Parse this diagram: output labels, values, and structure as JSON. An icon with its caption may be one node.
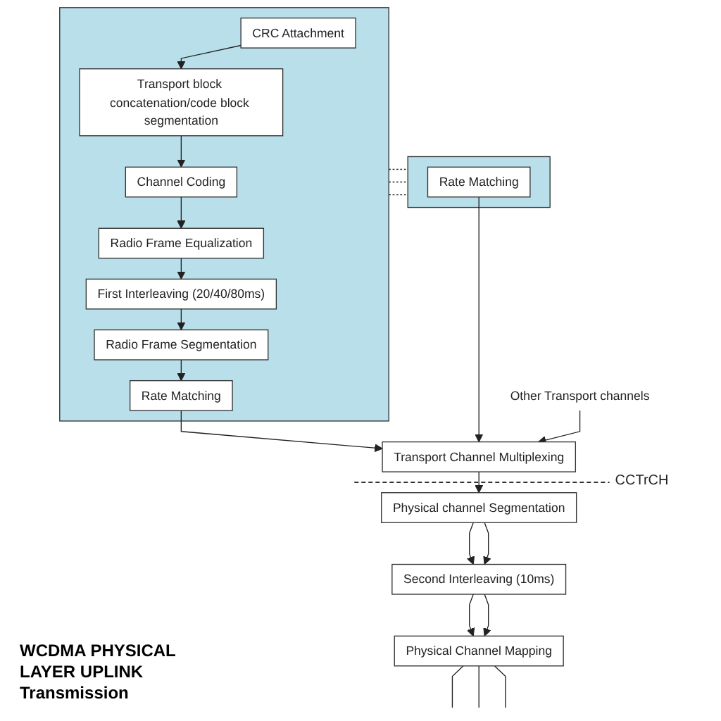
{
  "diagram": {
    "title": "WCDMA PHYSICAL LAYER UPLINK Transmission",
    "nodes": [
      {
        "text": [],
        "shape": "box"
      },
      {
        "text": [
          "CRC Attachment"
        ],
        "in": 0
      },
      {
        "text": [
          "Transport block concatenation/code block segmentation"
        ],
        "in": 0
      },
      {
        "text": [
          "Channel Coding"
        ],
        "in": 0
      },
      {
        "text": [
          "Radio Frame Equalization"
        ],
        "in": 0
      },
      {
        "text": [
          "First Interleaving (20/40/80ms)"
        ],
        "in": 0
      },
      {
        "text": [
          "Radio Frame Segmentation"
        ],
        "in": 0
      },
      {
        "text": [
          "Rate Matching"
        ],
        "in": 0
      },
      {
        "text": [],
        "shape": "box"
      },
      {
        "text": [
          "Rate Matching"
        ],
        "in": 8
      },
      {
        "text": [
          "Other Transport channels"
        ]
      },
      {
        "text": [
          "Transport Channel Multiplexing"
        ]
      },
      {
        "text": [
          "Physical channel Segmentation"
        ]
      },
      {
        "text": [
          "Second Interleaving (10ms)"
        ]
      },
      {
        "text": [
          "Physical Channel Mapping"
        ]
      }
    ],
    "edges": [
      {
        "from": 1,
        "to": 2,
        "arrow": "to"
      },
      {
        "from": 2,
        "to": 3,
        "arrow": "to"
      },
      {
        "from": 3,
        "to": 4,
        "arrow": "to"
      },
      {
        "from": 4,
        "to": 5,
        "arrow": "to"
      },
      {
        "from": 5,
        "to": 6,
        "arrow": "to"
      },
      {
        "from": 6,
        "to": 7,
        "arrow": "to"
      },
      {
        "from": 0,
        "to": 8,
        "arrow": "none",
        "style": "dashed"
      },
      {
        "from": 0,
        "to": 8,
        "arrow": "none",
        "style": "dashed"
      },
      {
        "from": 0,
        "to": 8,
        "arrow": "none",
        "style": "dashed"
      },
      {
        "from": 7,
        "to": 11,
        "arrow": "to"
      },
      {
        "from": 9,
        "to": 11,
        "arrow": "to"
      },
      {
        "from": 10,
        "to": 11,
        "arrow": "to"
      },
      {
        "from": 11,
        "to": 12,
        "arrow": "to"
      },
      {
        "from": 12,
        "to": 13,
        "arrow": "to"
      },
      {
        "from": 12,
        "to": 13,
        "arrow": "to"
      },
      {
        "from": 13,
        "to": 14,
        "arrow": "to"
      },
      {
        "from": 13,
        "to": 14,
        "arrow": "to"
      },
      {
        "from": 14,
        "to": null,
        "arrow": "none"
      },
      {
        "from": 14,
        "to": null,
        "arrow": "none"
      },
      {
        "from": 14,
        "to": null,
        "arrow": "none"
      }
    ],
    "labels": [
      "CCTrCH"
    ]
  }
}
